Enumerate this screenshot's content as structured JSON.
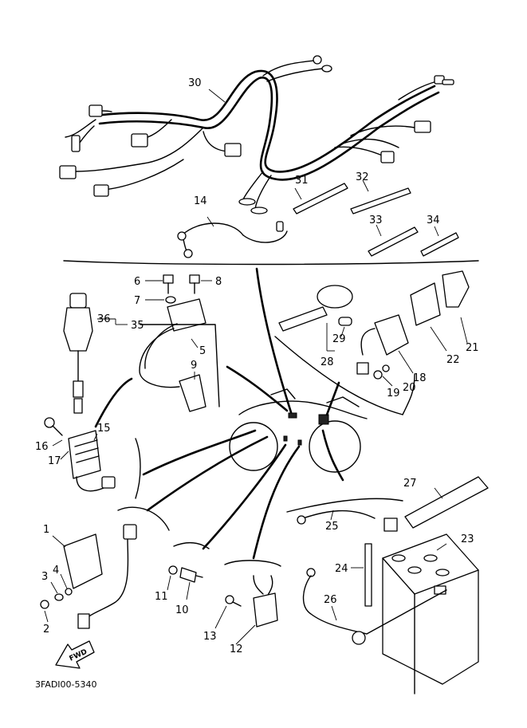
{
  "diagram": {
    "code": "3FADI00-5340",
    "fwd_label": "FWD",
    "callouts": {
      "c1": "1",
      "c2": "2",
      "c3": "3",
      "c4": "4",
      "c5": "5",
      "c6": "6",
      "c7": "7",
      "c8": "8",
      "c9": "9",
      "c10": "10",
      "c11": "11",
      "c12": "12",
      "c13": "13",
      "c14": "14",
      "c15": "15",
      "c16": "16",
      "c17": "17",
      "c18": "18",
      "c19": "19",
      "c20": "20",
      "c21": "21",
      "c22": "22",
      "c23": "23",
      "c24": "24",
      "c25": "25",
      "c26": "26",
      "c27": "27",
      "c28": "28",
      "c29": "29",
      "c30": "30",
      "c31": "31",
      "c32": "32",
      "c33": "33",
      "c34": "34",
      "c35": "35",
      "c36": "36"
    }
  }
}
